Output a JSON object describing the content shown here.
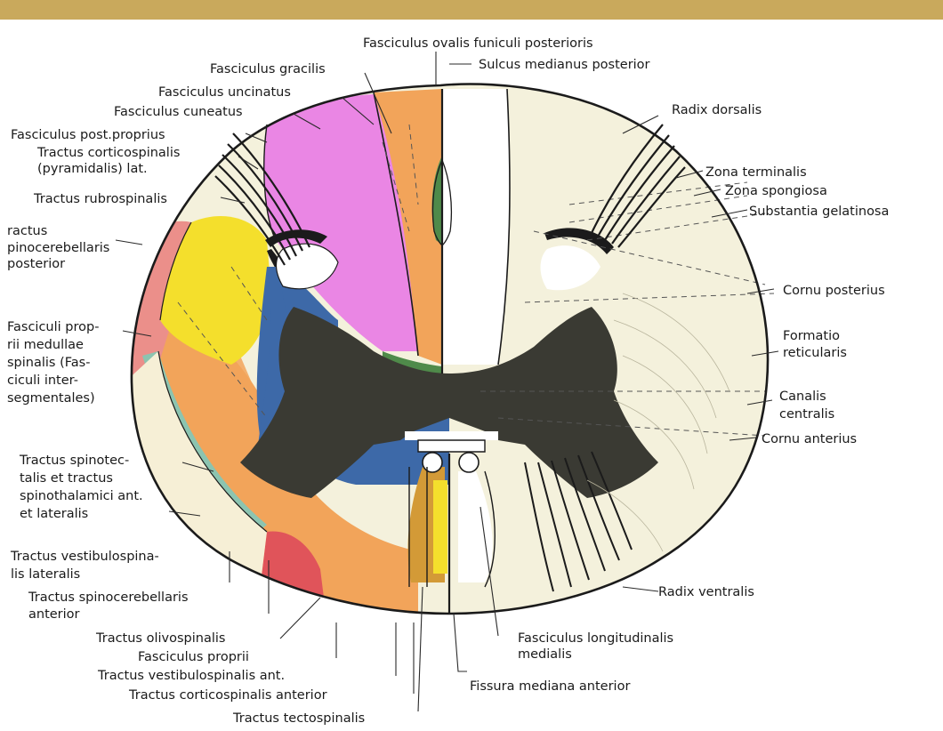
{
  "colors": {
    "frame_bar": "#c9a95c",
    "gracilis": "#ea86e4",
    "cuneatus_orange": "#f2a45a",
    "yellow": "#f4df2c",
    "salmon": "#eb8f8a",
    "teal": "#8cc4b0",
    "blue": "#3d69a8",
    "gray_matter": "#3a3a33",
    "white_matter": "#f4f1dc",
    "red": "#e0545a",
    "green": "#4f8a4a",
    "ochre": "#d39a37"
  },
  "labels": {
    "fasciculus_ovalis": "Fasciculus ovalis funiculi posterioris",
    "sulcus_medianus_posterior": "Sulcus medianus posterior",
    "fasciculus_gracilis": "Fasciculus gracilis",
    "fasciculus_uncinatus": "Fasciculus uncinatus",
    "fasciculus_cuneatus": "Fasciculus cuneatus",
    "fasciculus_post_proprius": "Fasciculus post.proprius",
    "tractus_corticospinalis_lat_1": "Tractus corticospinalis",
    "tractus_corticospinalis_lat_2": "(pyramidalis) lat.",
    "tractus_rubrospinalis": "Tractus rubrospinalis",
    "spinocerebellaris_post_1": "ractus",
    "spinocerebellaris_post_2": "pinocerebellaris",
    "spinocerebellaris_post_3": "posterior",
    "fasciculi_proprii_1": "Fasciculi prop-",
    "fasciculi_proprii_2": "rii medullae",
    "fasciculi_proprii_3": "spinalis (Fas-",
    "fasciculi_proprii_4": "ciculi inter-",
    "fasciculi_proprii_5": "segmentales)",
    "spinotectalis_1": "Tractus spinotec-",
    "spinotectalis_2": "talis et tractus",
    "spinotectalis_3": "spinothalamici ant.",
    "spinotectalis_4": "et lateralis",
    "vestibulospinalis_lat_1": "Tractus vestibulospina-",
    "vestibulospinalis_lat_2": "lis lateralis",
    "spinocerebellaris_ant_1": "Tractus spinocerebellaris",
    "spinocerebellaris_ant_2": "anterior",
    "olivospinalis": "Tractus olivospinalis",
    "fasciculus_proprii": "Fasciculus proprii",
    "vestibulospinalis_ant": "Tractus vestibulospinalis ant.",
    "corticospinalis_anterior": "Tractus corticospinalis anterior",
    "tectospinalis": "Tractus tectospinalis",
    "radix_dorsalis": "Radix dorsalis",
    "zona_terminalis": "Zona terminalis",
    "zona_spongiosa": "Zona spongiosa",
    "substantia_gelatinosa": "Substantia gelatinosa",
    "cornu_posterius": "Cornu posterius",
    "formatio_reticularis_1": "Formatio",
    "formatio_reticularis_2": "reticularis",
    "canalis_centralis_1": "Canalis",
    "canalis_centralis_2": "centralis",
    "cornu_anterius": "Cornu anterius",
    "radix_ventralis": "Radix ventralis",
    "fasciculus_longitudinalis_1": "Fasciculus longitudinalis",
    "fasciculus_longitudinalis_2": "medialis",
    "fissura_mediana_anterior": "Fissura mediana anterior"
  }
}
